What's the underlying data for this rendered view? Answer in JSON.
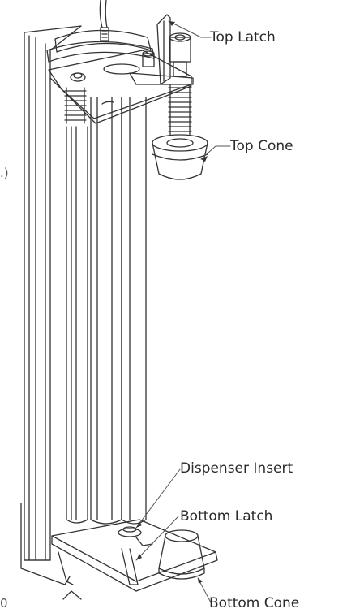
{
  "labels": {
    "top_latch": "Top Latch",
    "top_cone": "Top Cone",
    "dispenser_insert": "Dispenser Insert",
    "bottom_latch": "Bottom Latch",
    "bottom_cone": "Bottom Cone"
  },
  "edge_text": {
    "paren": ".)",
    "zero": "0"
  },
  "colors": {
    "line": "#333333",
    "light_line": "#777777",
    "background": "#ffffff"
  }
}
